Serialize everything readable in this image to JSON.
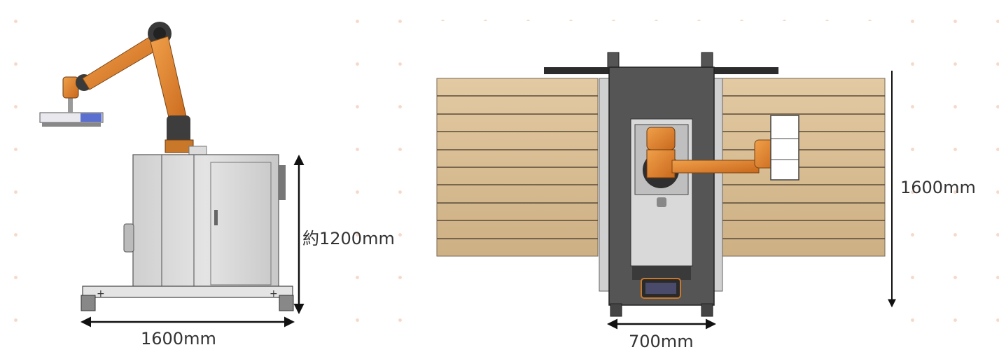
{
  "side_view": {
    "width_label": "1600mm",
    "height_label": "約1200mm"
  },
  "top_view": {
    "width_label": "700mm",
    "depth_label": "1600mm"
  }
}
